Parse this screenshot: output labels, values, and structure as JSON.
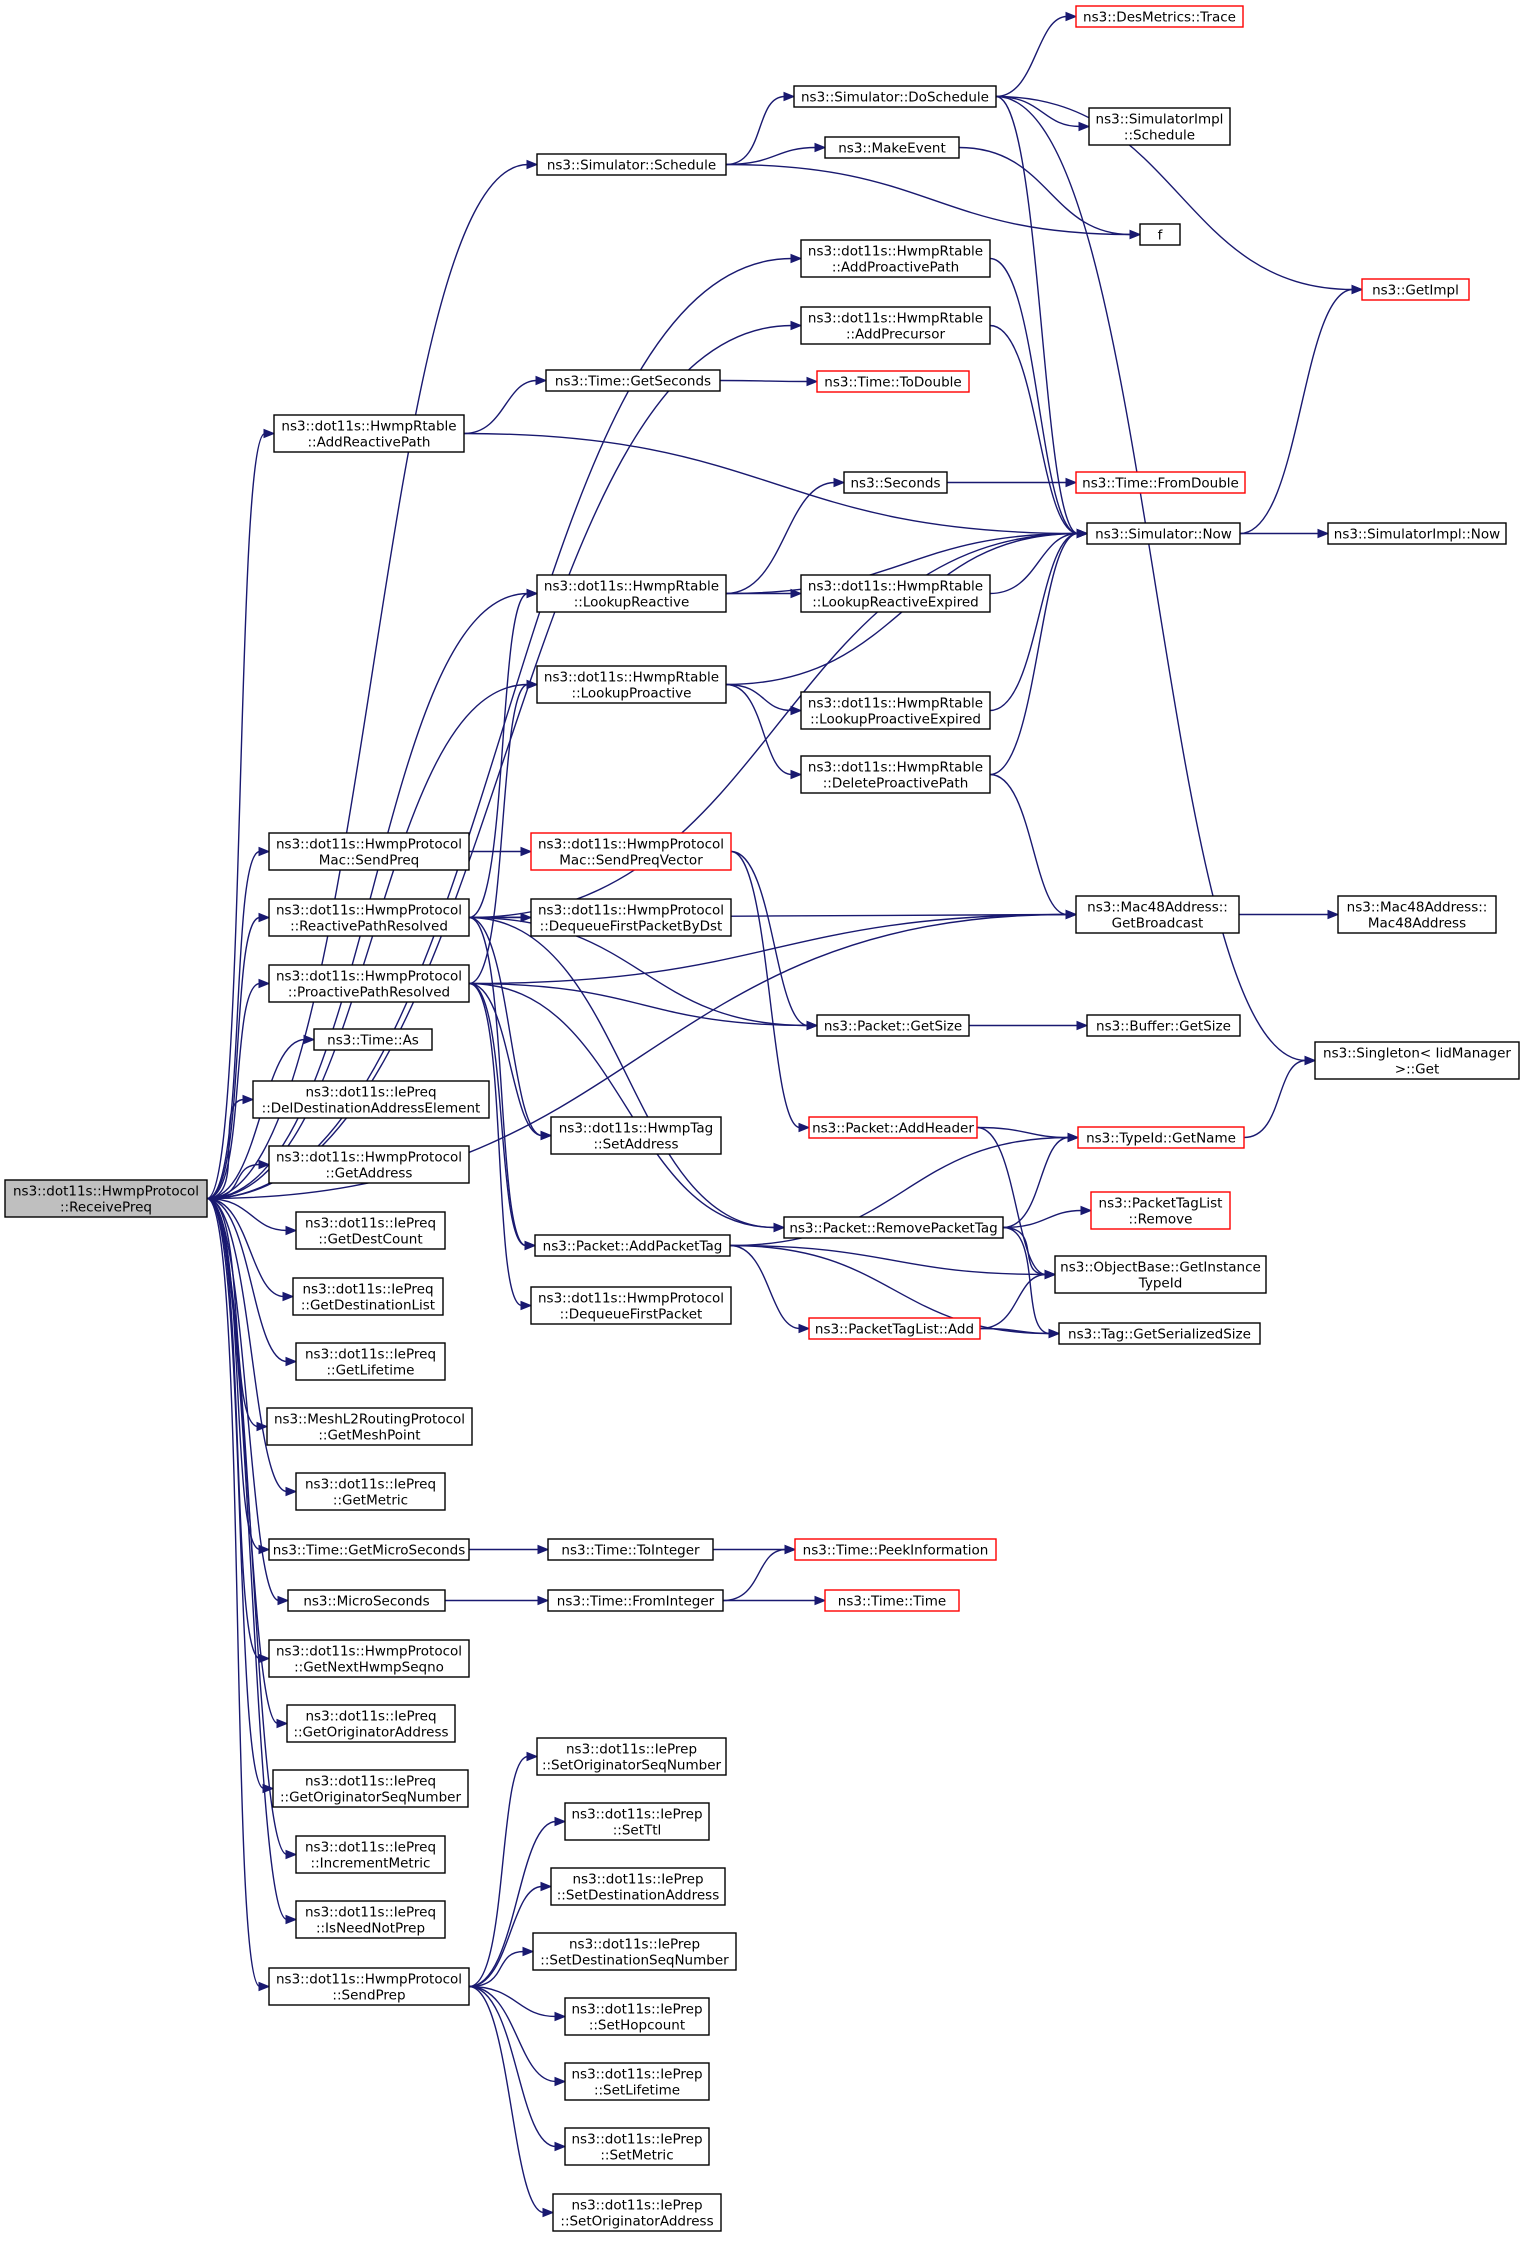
{
  "graph": {
    "root": "n0",
    "nodes": [
      {
        "id": "n0",
        "lines": [
          "ns3::dot11s::HwmpProtocol",
          "::ReceivePreq"
        ],
        "root": true
      },
      {
        "id": "n_sched",
        "lines": [
          "ns3::Simulator::Schedule"
        ]
      },
      {
        "id": "n_dosched",
        "lines": [
          "ns3::Simulator::DoSchedule"
        ]
      },
      {
        "id": "n_trace",
        "lines": [
          "ns3::DesMetrics::Trace"
        ],
        "red": true
      },
      {
        "id": "n_implsched",
        "lines": [
          "ns3::SimulatorImpl",
          "::Schedule"
        ]
      },
      {
        "id": "n_makeevent",
        "lines": [
          "ns3::MakeEvent"
        ]
      },
      {
        "id": "n_f",
        "lines": [
          "f"
        ]
      },
      {
        "id": "n_addproactive",
        "lines": [
          "ns3::dot11s::HwmpRtable",
          "::AddProactivePath"
        ]
      },
      {
        "id": "n_addprecursor",
        "lines": [
          "ns3::dot11s::HwmpRtable",
          "::AddPrecursor"
        ]
      },
      {
        "id": "n_getimpl",
        "lines": [
          "ns3::GetImpl"
        ],
        "red": true
      },
      {
        "id": "n_addreactive",
        "lines": [
          "ns3::dot11s::HwmpRtable",
          "::AddReactivePath"
        ]
      },
      {
        "id": "n_getseconds",
        "lines": [
          "ns3::Time::GetSeconds"
        ]
      },
      {
        "id": "n_todouble",
        "lines": [
          "ns3::Time::ToDouble"
        ],
        "red": true
      },
      {
        "id": "n_seconds",
        "lines": [
          "ns3::Seconds"
        ]
      },
      {
        "id": "n_fromdouble",
        "lines": [
          "ns3::Time::FromDouble"
        ],
        "red": true
      },
      {
        "id": "n_now",
        "lines": [
          "ns3::Simulator::Now"
        ]
      },
      {
        "id": "n_implnow",
        "lines": [
          "ns3::SimulatorImpl::Now"
        ]
      },
      {
        "id": "n_lookupreactive",
        "lines": [
          "ns3::dot11s::HwmpRtable",
          "::LookupReactive"
        ]
      },
      {
        "id": "n_lrexpired",
        "lines": [
          "ns3::dot11s::HwmpRtable",
          "::LookupReactiveExpired"
        ]
      },
      {
        "id": "n_lookupproactive",
        "lines": [
          "ns3::dot11s::HwmpRtable",
          "::LookupProactive"
        ]
      },
      {
        "id": "n_lpexpired",
        "lines": [
          "ns3::dot11s::HwmpRtable",
          "::LookupProactiveExpired"
        ]
      },
      {
        "id": "n_delproactive",
        "lines": [
          "ns3::dot11s::HwmpRtable",
          "::DeleteProactivePath"
        ]
      },
      {
        "id": "n_macsendpreq",
        "lines": [
          "ns3::dot11s::HwmpProtocol",
          "Mac::SendPreq"
        ]
      },
      {
        "id": "n_macsendpreqvec",
        "lines": [
          "ns3::dot11s::HwmpProtocol",
          "Mac::SendPreqVector"
        ],
        "red": true
      },
      {
        "id": "n_getbroadcast",
        "lines": [
          "ns3::Mac48Address::",
          "GetBroadcast"
        ]
      },
      {
        "id": "n_mac48",
        "lines": [
          "ns3::Mac48Address::",
          "Mac48Address"
        ]
      },
      {
        "id": "n_reactiveresolved",
        "lines": [
          "ns3::dot11s::HwmpProtocol",
          "::ReactivePathResolved"
        ]
      },
      {
        "id": "n_dequeuebydst",
        "lines": [
          "ns3::dot11s::HwmpProtocol",
          "::DequeueFirstPacketByDst"
        ]
      },
      {
        "id": "n_proactiveresolved",
        "lines": [
          "ns3::dot11s::HwmpProtocol",
          "::ProactivePathResolved"
        ]
      },
      {
        "id": "n_pktgetsize",
        "lines": [
          "ns3::Packet::GetSize"
        ]
      },
      {
        "id": "n_bufgetsize",
        "lines": [
          "ns3::Buffer::GetSize"
        ]
      },
      {
        "id": "n_timeas",
        "lines": [
          "ns3::Time::As"
        ]
      },
      {
        "id": "n_singleton",
        "lines": [
          "ns3::Singleton< IidManager",
          ">::Get"
        ]
      },
      {
        "id": "n_deldest",
        "lines": [
          "ns3::dot11s::IePreq",
          "::DelDestinationAddressElement"
        ]
      },
      {
        "id": "n_setaddress",
        "lines": [
          "ns3::dot11s::HwmpTag",
          "::SetAddress"
        ]
      },
      {
        "id": "n_addheader",
        "lines": [
          "ns3::Packet::AddHeader"
        ],
        "red": true
      },
      {
        "id": "n_getname",
        "lines": [
          "ns3::TypeId::GetName"
        ],
        "red": true
      },
      {
        "id": "n_getaddress",
        "lines": [
          "ns3::dot11s::HwmpProtocol",
          "::GetAddress"
        ]
      },
      {
        "id": "n_tagremove",
        "lines": [
          "ns3::PacketTagList",
          "::Remove"
        ],
        "red": true
      },
      {
        "id": "n_getdestcount",
        "lines": [
          "ns3::dot11s::IePreq",
          "::GetDestCount"
        ]
      },
      {
        "id": "n_removetag",
        "lines": [
          "ns3::Packet::RemovePacketTag"
        ]
      },
      {
        "id": "n_addtag",
        "lines": [
          "ns3::Packet::AddPacketTag"
        ]
      },
      {
        "id": "n_getinstance",
        "lines": [
          "ns3::ObjectBase::GetInstance",
          "TypeId"
        ]
      },
      {
        "id": "n_getdestlist",
        "lines": [
          "ns3::dot11s::IePreq",
          "::GetDestinationList"
        ]
      },
      {
        "id": "n_dequeuefirst",
        "lines": [
          "ns3::dot11s::HwmpProtocol",
          "::DequeueFirstPacket"
        ]
      },
      {
        "id": "n_tagadd",
        "lines": [
          "ns3::PacketTagList::Add"
        ],
        "red": true
      },
      {
        "id": "n_tagsize",
        "lines": [
          "ns3::Tag::GetSerializedSize"
        ]
      },
      {
        "id": "n_getlifetime",
        "lines": [
          "ns3::dot11s::IePreq",
          "::GetLifetime"
        ]
      },
      {
        "id": "n_getmeshpoint",
        "lines": [
          "ns3::MeshL2RoutingProtocol",
          "::GetMeshPoint"
        ]
      },
      {
        "id": "n_getmetric",
        "lines": [
          "ns3::dot11s::IePreq",
          "::GetMetric"
        ]
      },
      {
        "id": "n_getmicro",
        "lines": [
          "ns3::Time::GetMicroSeconds"
        ]
      },
      {
        "id": "n_tointeger",
        "lines": [
          "ns3::Time::ToInteger"
        ]
      },
      {
        "id": "n_peek",
        "lines": [
          "ns3::Time::PeekInformation"
        ],
        "red": true
      },
      {
        "id": "n_micro",
        "lines": [
          "ns3::MicroSeconds"
        ]
      },
      {
        "id": "n_frominteger",
        "lines": [
          "ns3::Time::FromInteger"
        ]
      },
      {
        "id": "n_timetime",
        "lines": [
          "ns3::Time::Time"
        ],
        "red": true
      },
      {
        "id": "n_getnextseq",
        "lines": [
          "ns3::dot11s::HwmpProtocol",
          "::GetNextHwmpSeqno"
        ]
      },
      {
        "id": "n_getorigaddr",
        "lines": [
          "ns3::dot11s::IePreq",
          "::GetOriginatorAddress"
        ]
      },
      {
        "id": "n_getorigseq",
        "lines": [
          "ns3::dot11s::IePreq",
          "::GetOriginatorSeqNumber"
        ]
      },
      {
        "id": "n_incmetric",
        "lines": [
          "ns3::dot11s::IePreq",
          "::IncrementMetric"
        ]
      },
      {
        "id": "n_isneednot",
        "lines": [
          "ns3::dot11s::IePreq",
          "::IsNeedNotPrep"
        ]
      },
      {
        "id": "n_sendprep",
        "lines": [
          "ns3::dot11s::HwmpProtocol",
          "::SendPrep"
        ]
      },
      {
        "id": "n_setorigseq",
        "lines": [
          "ns3::dot11s::IePrep",
          "::SetOriginatorSeqNumber"
        ]
      },
      {
        "id": "n_setttl",
        "lines": [
          "ns3::dot11s::IePrep",
          "::SetTtl"
        ]
      },
      {
        "id": "n_setdestaddr",
        "lines": [
          "ns3::dot11s::IePrep",
          "::SetDestinationAddress"
        ]
      },
      {
        "id": "n_setdestseq",
        "lines": [
          "ns3::dot11s::IePrep",
          "::SetDestinationSeqNumber"
        ]
      },
      {
        "id": "n_sethop",
        "lines": [
          "ns3::dot11s::IePrep",
          "::SetHopcount"
        ]
      },
      {
        "id": "n_setlife",
        "lines": [
          "ns3::dot11s::IePrep",
          "::SetLifetime"
        ]
      },
      {
        "id": "n_setmetric",
        "lines": [
          "ns3::dot11s::IePrep",
          "::SetMetric"
        ]
      },
      {
        "id": "n_setorigaddr",
        "lines": [
          "ns3::dot11s::IePrep",
          "::SetOriginatorAddress"
        ]
      }
    ],
    "edges": [
      [
        "n0",
        "n_sched"
      ],
      [
        "n0",
        "n_addproactive"
      ],
      [
        "n0",
        "n_addprecursor"
      ],
      [
        "n0",
        "n_addreactive"
      ],
      [
        "n0",
        "n_lookupreactive"
      ],
      [
        "n0",
        "n_lookupproactive"
      ],
      [
        "n0",
        "n_getbroadcast"
      ],
      [
        "n0",
        "n_macsendpreq"
      ],
      [
        "n0",
        "n_reactiveresolved"
      ],
      [
        "n0",
        "n_proactiveresolved"
      ],
      [
        "n0",
        "n_timeas"
      ],
      [
        "n0",
        "n_deldest"
      ],
      [
        "n0",
        "n_getaddress"
      ],
      [
        "n0",
        "n_getdestcount"
      ],
      [
        "n0",
        "n_getdestlist"
      ],
      [
        "n0",
        "n_getlifetime"
      ],
      [
        "n0",
        "n_getmeshpoint"
      ],
      [
        "n0",
        "n_getmetric"
      ],
      [
        "n0",
        "n_getmicro"
      ],
      [
        "n0",
        "n_micro"
      ],
      [
        "n0",
        "n_getnextseq"
      ],
      [
        "n0",
        "n_getorigaddr"
      ],
      [
        "n0",
        "n_getorigseq"
      ],
      [
        "n0",
        "n_incmetric"
      ],
      [
        "n0",
        "n_isneednot"
      ],
      [
        "n0",
        "n_sendprep"
      ],
      [
        "n_sched",
        "n_dosched"
      ],
      [
        "n_sched",
        "n_makeevent"
      ],
      [
        "n_sched",
        "n_f"
      ],
      [
        "n_dosched",
        "n_trace"
      ],
      [
        "n_dosched",
        "n_implsched"
      ],
      [
        "n_dosched",
        "n_getimpl"
      ],
      [
        "n_dosched",
        "n_now"
      ],
      [
        "n_dosched",
        "n_singleton"
      ],
      [
        "n_makeevent",
        "n_f"
      ],
      [
        "n_addproactive",
        "n_now"
      ],
      [
        "n_addprecursor",
        "n_now"
      ],
      [
        "n_addreactive",
        "n_getseconds"
      ],
      [
        "n_addreactive",
        "n_now"
      ],
      [
        "n_getseconds",
        "n_todouble"
      ],
      [
        "n_seconds",
        "n_fromdouble"
      ],
      [
        "n_now",
        "n_getimpl"
      ],
      [
        "n_now",
        "n_implnow"
      ],
      [
        "n_lookupreactive",
        "n_seconds"
      ],
      [
        "n_lookupreactive",
        "n_now"
      ],
      [
        "n_lookupreactive",
        "n_lrexpired"
      ],
      [
        "n_lrexpired",
        "n_now"
      ],
      [
        "n_lookupproactive",
        "n_now"
      ],
      [
        "n_lookupproactive",
        "n_lpexpired"
      ],
      [
        "n_lookupproactive",
        "n_delproactive"
      ],
      [
        "n_lpexpired",
        "n_now"
      ],
      [
        "n_delproactive",
        "n_now"
      ],
      [
        "n_delproactive",
        "n_getbroadcast"
      ],
      [
        "n_macsendpreq",
        "n_macsendpreqvec"
      ],
      [
        "n_macsendpreqvec",
        "n_pktgetsize"
      ],
      [
        "n_macsendpreqvec",
        "n_addheader"
      ],
      [
        "n_getbroadcast",
        "n_mac48"
      ],
      [
        "n_reactiveresolved",
        "n_dequeuebydst"
      ],
      [
        "n_reactiveresolved",
        "n_getbroadcast"
      ],
      [
        "n_reactiveresolved",
        "n_pktgetsize"
      ],
      [
        "n_reactiveresolved",
        "n_lookupreactive"
      ],
      [
        "n_reactiveresolved",
        "n_setaddress"
      ],
      [
        "n_reactiveresolved",
        "n_addtag"
      ],
      [
        "n_reactiveresolved",
        "n_removetag"
      ],
      [
        "n_reactiveresolved",
        "n_now"
      ],
      [
        "n_proactiveresolved",
        "n_lookupproactive"
      ],
      [
        "n_proactiveresolved",
        "n_setaddress"
      ],
      [
        "n_proactiveresolved",
        "n_addtag"
      ],
      [
        "n_proactiveresolved",
        "n_dequeuefirst"
      ],
      [
        "n_proactiveresolved",
        "n_pktgetsize"
      ],
      [
        "n_proactiveresolved",
        "n_removetag"
      ],
      [
        "n_proactiveresolved",
        "n_getbroadcast"
      ],
      [
        "n_pktgetsize",
        "n_bufgetsize"
      ],
      [
        "n_addheader",
        "n_getname"
      ],
      [
        "n_addheader",
        "n_getinstance"
      ],
      [
        "n_getname",
        "n_singleton"
      ],
      [
        "n_removetag",
        "n_getname"
      ],
      [
        "n_removetag",
        "n_tagremove"
      ],
      [
        "n_removetag",
        "n_getinstance"
      ],
      [
        "n_removetag",
        "n_tagsize"
      ],
      [
        "n_addtag",
        "n_getname"
      ],
      [
        "n_addtag",
        "n_getinstance"
      ],
      [
        "n_addtag",
        "n_tagadd"
      ],
      [
        "n_addtag",
        "n_tagsize"
      ],
      [
        "n_tagadd",
        "n_getinstance"
      ],
      [
        "n_tagadd",
        "n_tagsize"
      ],
      [
        "n_getmicro",
        "n_tointeger"
      ],
      [
        "n_tointeger",
        "n_peek"
      ],
      [
        "n_micro",
        "n_frominteger"
      ],
      [
        "n_frominteger",
        "n_peek"
      ],
      [
        "n_frominteger",
        "n_timetime"
      ],
      [
        "n_sendprep",
        "n_setorigseq"
      ],
      [
        "n_sendprep",
        "n_setttl"
      ],
      [
        "n_sendprep",
        "n_setdestaddr"
      ],
      [
        "n_sendprep",
        "n_setdestseq"
      ],
      [
        "n_sendprep",
        "n_sethop"
      ],
      [
        "n_sendprep",
        "n_setlife"
      ],
      [
        "n_sendprep",
        "n_setmetric"
      ],
      [
        "n_sendprep",
        "n_setorigaddr"
      ]
    ]
  }
}
